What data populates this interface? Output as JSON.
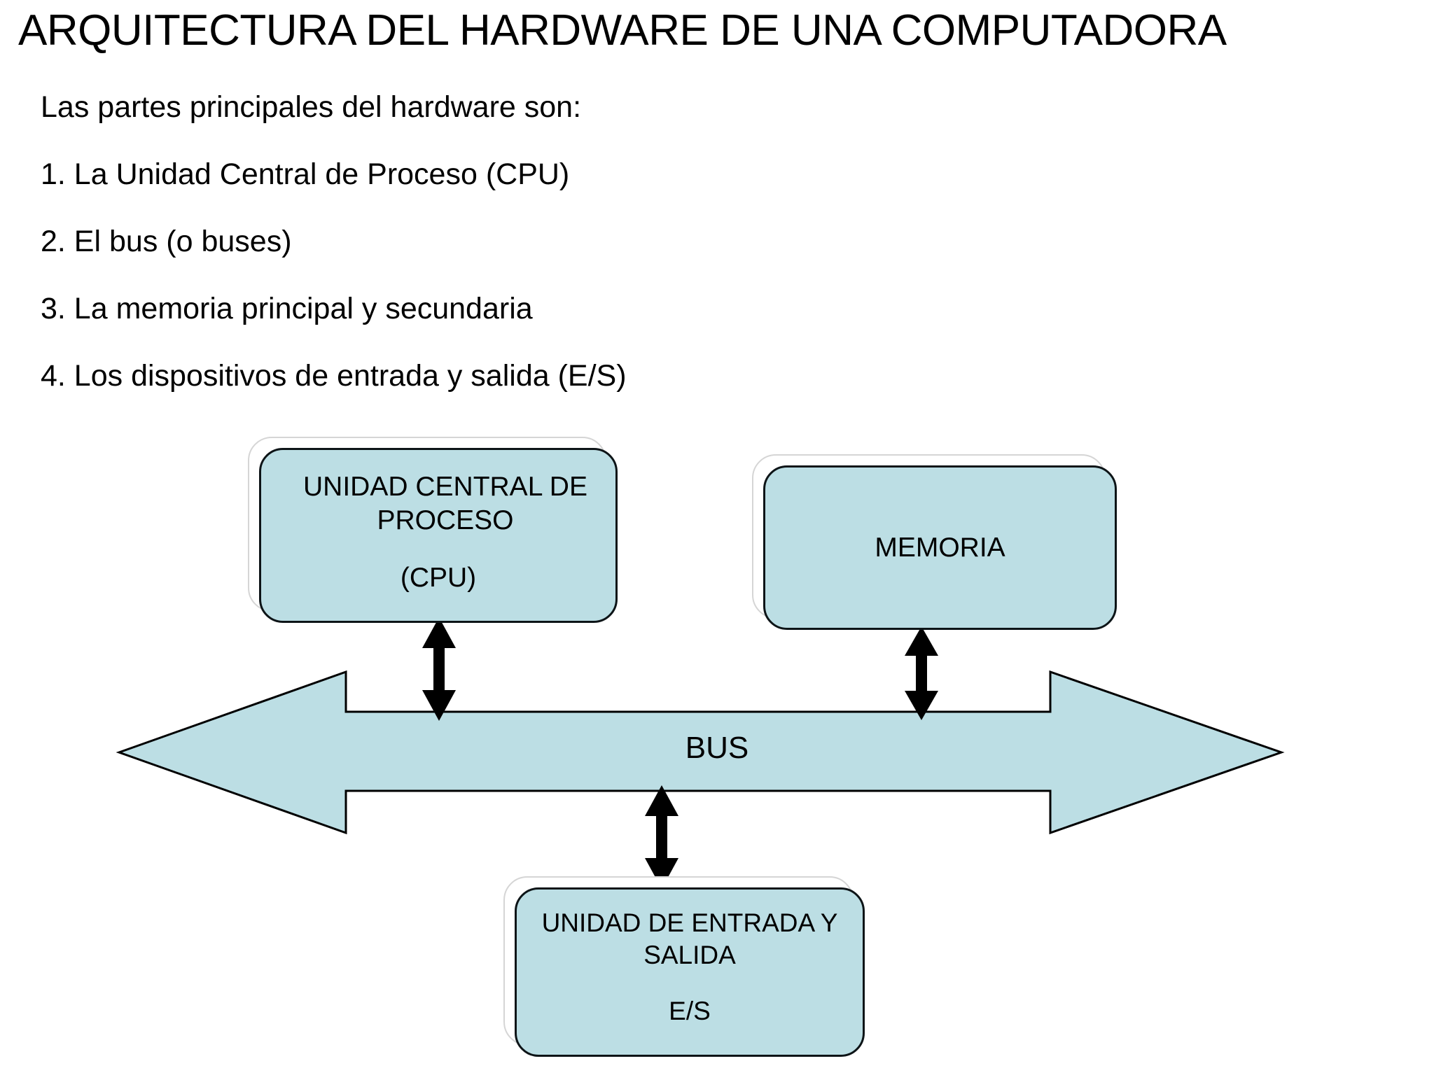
{
  "slide": {
    "title": "ARQUITECTURA DEL HARDWARE DE UNA COMPUTADORA",
    "intro": "Las partes principales del hardware son:",
    "list": [
      "1. La Unidad Central de Proceso (CPU)",
      "2. El bus (o buses)",
      "3. La memoria principal y secundaria",
      "4. Los dispositivos de entrada y salida (E/S)"
    ]
  },
  "diagram": {
    "nodes": {
      "cpu": {
        "title": "UNIDAD CENTRAL DE PROCESO",
        "subtitle": "(CPU)"
      },
      "memoria": {
        "title": "MEMORIA"
      },
      "es": {
        "title": "UNIDAD DE ENTRADA Y SALIDA",
        "subtitle": "E/S"
      },
      "bus": {
        "label": "BUS"
      }
    },
    "connectors": [
      {
        "name": "cpu-bus",
        "from": "cpu",
        "to": "bus",
        "style": "double-arrow"
      },
      {
        "name": "memoria-bus",
        "from": "memoria",
        "to": "bus",
        "style": "double-arrow"
      },
      {
        "name": "bus-es",
        "from": "bus",
        "to": "es",
        "style": "double-arrow"
      }
    ],
    "colors": {
      "node_fill": "#bcdee4",
      "node_stroke": "#0d1417",
      "shadow_stroke": "#d5d5d5",
      "bus_fill": "#bcdee4",
      "bus_stroke": "#000000",
      "connector": "#000000",
      "background": "#ffffff",
      "text": "#000000"
    }
  }
}
